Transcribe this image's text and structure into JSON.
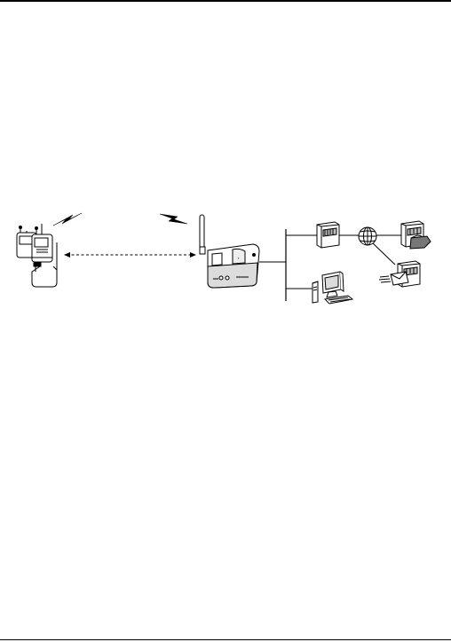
{
  "figure": {
    "nodes": [
      {
        "id": "data-loggers",
        "icon": "data-logger-icon"
      },
      {
        "id": "base-station",
        "icon": "base-station-icon"
      },
      {
        "id": "pc",
        "icon": "desktop-pc-icon"
      },
      {
        "id": "lan-server",
        "icon": "server-icon"
      },
      {
        "id": "internet",
        "icon": "globe-icon"
      },
      {
        "id": "file-server",
        "icon": "file-server-icon"
      },
      {
        "id": "mail-server",
        "icon": "mail-server-icon"
      }
    ],
    "links": [
      {
        "from": "data-loggers",
        "to": "base-station",
        "style": "dashed-bidirectional"
      },
      {
        "from": "base-station",
        "to": "lan-bus",
        "style": "solid"
      },
      {
        "from": "lan-server",
        "to": "internet",
        "style": "solid"
      },
      {
        "from": "internet",
        "to": "file-server",
        "style": "solid"
      },
      {
        "from": "internet",
        "to": "mail-server",
        "style": "solid"
      }
    ],
    "colors": {
      "line": "#000000",
      "light_gray": "#dcdcdc",
      "mid_gray": "#bbbbbb",
      "dark_gray": "#777777"
    }
  }
}
